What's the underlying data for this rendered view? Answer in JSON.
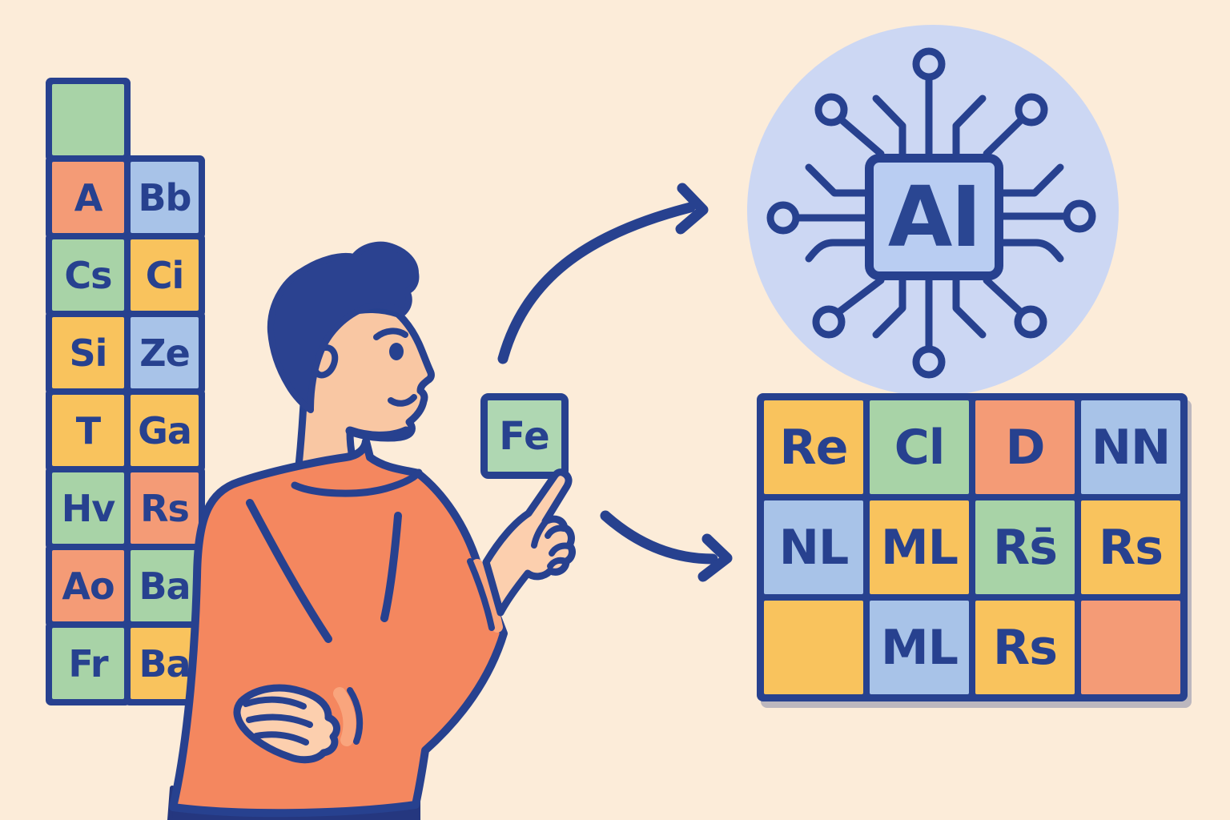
{
  "palette": {
    "background": "#fcecd9",
    "outline_navy": "#27418f",
    "tile_green": "#a8d3a7",
    "tile_salmon": "#f49b76",
    "tile_blue": "#a8c3e8",
    "tile_yellow": "#f9c35d",
    "fe_tile_green": "#afd7b2",
    "ai_circle_blue": "#ccd7f3",
    "ai_chip_blue": "#b9cdf2",
    "sweater_orange": "#f4875f",
    "skin": "#f9c7a3",
    "skin_light": "#fccfae",
    "pants_navy": "#25377f"
  },
  "left_stack": {
    "tiles": [
      {
        "label": "",
        "color": "green"
      },
      {
        "label": "A",
        "color": "salmon"
      },
      {
        "label": "Bb",
        "color": "blue"
      },
      {
        "label": "Cs",
        "color": "green"
      },
      {
        "label": "Ci",
        "color": "yellow"
      },
      {
        "label": "Si",
        "color": "yellow"
      },
      {
        "label": "Ze",
        "color": "blue"
      },
      {
        "label": "T",
        "color": "yellow"
      },
      {
        "label": "Ga",
        "color": "yellow"
      },
      {
        "label": "Hv",
        "color": "green"
      },
      {
        "label": "Rs",
        "color": "salmon"
      },
      {
        "label": "Ao",
        "color": "salmon"
      },
      {
        "label": "Ba",
        "color": "green"
      },
      {
        "label": "Fr",
        "color": "green"
      },
      {
        "label": "Ba",
        "color": "yellow"
      }
    ]
  },
  "fe_tile": {
    "label": "Fe"
  },
  "ai_badge": {
    "label": "AI"
  },
  "right_grid": {
    "tiles": [
      {
        "label": "Re",
        "color": "yellow"
      },
      {
        "label": "Cl",
        "color": "green"
      },
      {
        "label": "D",
        "color": "salmon"
      },
      {
        "label": "NN",
        "color": "blue"
      },
      {
        "label": "NL",
        "color": "blue"
      },
      {
        "label": "ML",
        "color": "yellow"
      },
      {
        "label": "Rs̄",
        "color": "green"
      },
      {
        "label": "Rs",
        "color": "yellow"
      },
      {
        "label": "",
        "color": "yellow"
      },
      {
        "label": "ML",
        "color": "blue"
      },
      {
        "label": "Rs",
        "color": "yellow"
      },
      {
        "label": "",
        "color": "salmon"
      }
    ]
  }
}
